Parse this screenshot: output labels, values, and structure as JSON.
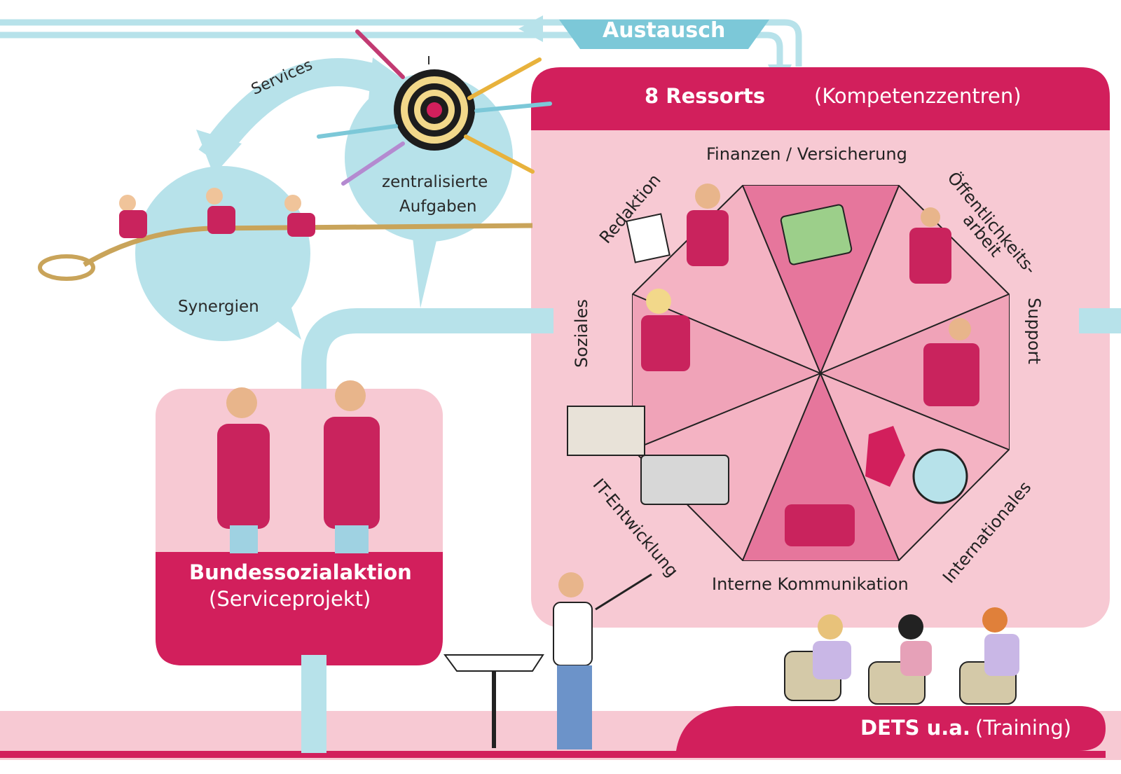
{
  "exchange": {
    "label": "Austausch"
  },
  "cycle": {
    "services_label": "Services",
    "synergien_label": "Synergien",
    "central_label_1": "zentralisierte",
    "central_label_2": "Aufgaben"
  },
  "ressorts": {
    "title_bold": "8 Ressorts",
    "title_rest": "(Kompetenzzentren)",
    "items": [
      "Finanzen / Versicherung",
      "Öffentlichkeits-",
      "arbeit",
      "Support",
      "Internationales",
      "Interne Kommunikation",
      "IT-Entwicklung",
      "Soziales",
      "Redaktion"
    ]
  },
  "social_action": {
    "title": "Bundessozialaktion",
    "subtitle": "(Serviceprojekt)"
  },
  "training": {
    "title_bold": "DETS u.a.",
    "title_rest": "(Training)"
  },
  "colors": {
    "primary": "#d21f5c",
    "light_pink": "#f7c9d3",
    "light_blue": "#b7e2ea",
    "dark_text": "#2a2a2a"
  }
}
